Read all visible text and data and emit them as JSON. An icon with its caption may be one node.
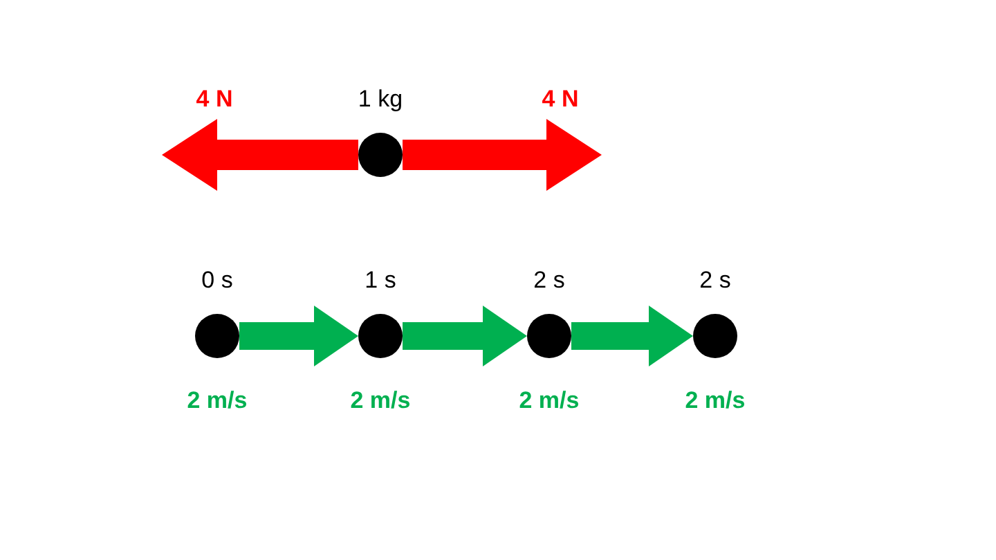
{
  "diagram": {
    "nodes": [
      {
        "text": [],
        "shape": "circle",
        "beside": [
          "1 kg"
        ]
      },
      {
        "text": [],
        "shape": "circle",
        "beside": [
          "0 s",
          "2 m/s"
        ]
      },
      {
        "text": [],
        "shape": "circle",
        "beside": [
          "1 s",
          "2 m/s"
        ]
      },
      {
        "text": [],
        "shape": "circle",
        "beside": [
          "2 s",
          "2 m/s"
        ]
      },
      {
        "text": [],
        "shape": "circle",
        "beside": [
          "2 s",
          "2 m/s"
        ]
      }
    ],
    "edges": [
      {
        "from": 1,
        "to": 2,
        "arrow": "to"
      },
      {
        "from": 2,
        "to": 3,
        "arrow": "to"
      },
      {
        "from": 3,
        "to": 4,
        "arrow": "to"
      }
    ],
    "labels": [
      "4 N",
      "4 N"
    ]
  }
}
